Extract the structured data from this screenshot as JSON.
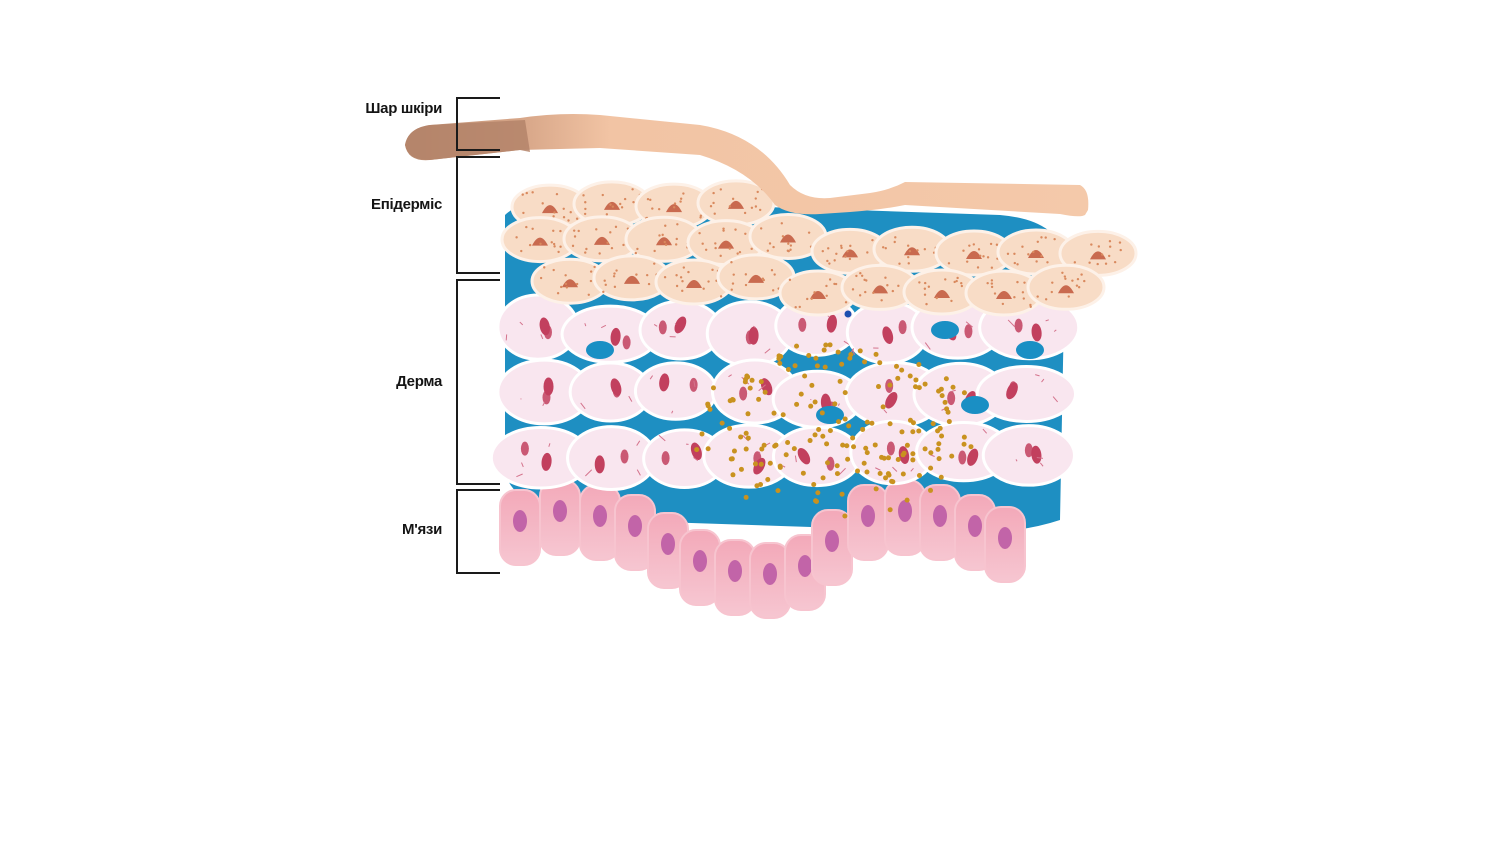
{
  "labels": {
    "skin_layer": "Шар шкіри",
    "epidermis": "Епідерміс",
    "dermis": "Дерма",
    "muscles": "М'язи"
  },
  "colors": {
    "skin_surface": "#f2c4a4",
    "skin_surface_dark": "#b98a6f",
    "epidermis_cell": "#f8dcc6",
    "epidermis_nucleus": "#c96a4f",
    "epidermis_dots": "#d9895e",
    "dermis_cell": "#f9e6ef",
    "dermis_nucleus": "#c2405e",
    "interstitial_fluid": "#1a8fc4",
    "granules": "#c9921f",
    "muscle_cell": "#ef9fb0",
    "muscle_nucleus": "#c264a8",
    "bracket_line": "#1a1a1a"
  }
}
